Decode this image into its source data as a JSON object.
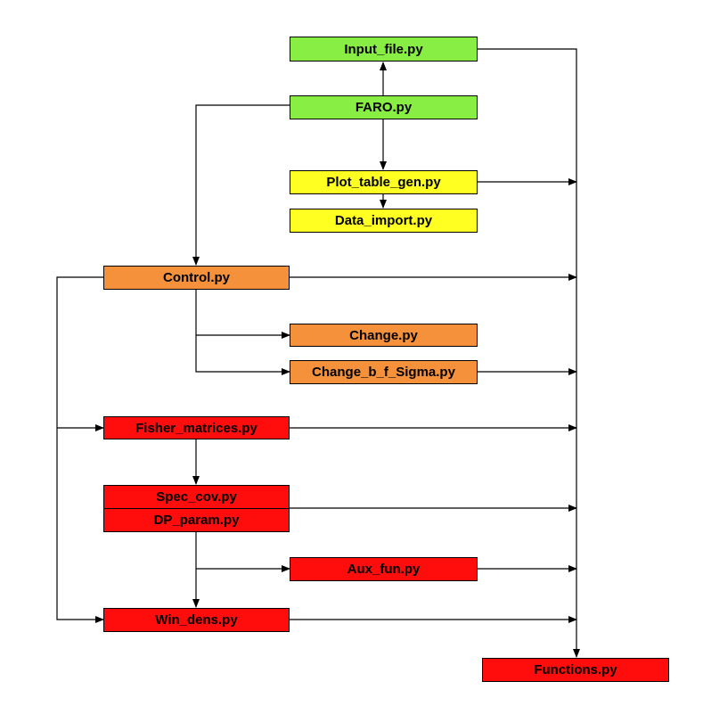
{
  "colors": {
    "green": "#88ee44",
    "yellow": "#ffff22",
    "orange": "#f5913a",
    "red": "#ff0d0d",
    "line": "#000000"
  },
  "nodes": {
    "input_file": {
      "label": "Input_file.py",
      "color": "green"
    },
    "faro": {
      "label": "FARO.py",
      "color": "green"
    },
    "plot_table_gen": {
      "label": "Plot_table_gen.py",
      "color": "yellow"
    },
    "data_import": {
      "label": "Data_import.py",
      "color": "yellow"
    },
    "control": {
      "label": "Control.py",
      "color": "orange"
    },
    "change": {
      "label": "Change.py",
      "color": "orange"
    },
    "change_b_f_sigma": {
      "label": "Change_b_f_Sigma.py",
      "color": "orange"
    },
    "fisher_matrices": {
      "label": "Fisher_matrices.py",
      "color": "red"
    },
    "spec_cov": {
      "label": "Spec_cov.py",
      "color": "red"
    },
    "dp_param": {
      "label": "DP_param.py",
      "color": "red"
    },
    "aux_fun": {
      "label": "Aux_fun.py",
      "color": "red"
    },
    "win_dens": {
      "label": "Win_dens.py",
      "color": "red"
    },
    "functions": {
      "label": "Functions.py",
      "color": "red"
    }
  },
  "edges": [
    {
      "from": "FARO.py",
      "to": "Input_file.py"
    },
    {
      "from": "FARO.py",
      "to": "Plot_table_gen.py"
    },
    {
      "from": "FARO.py",
      "to": "Control.py"
    },
    {
      "from": "Plot_table_gen.py",
      "to": "Data_import.py"
    },
    {
      "from": "Control.py",
      "to": "Change.py"
    },
    {
      "from": "Control.py",
      "to": "Change_b_f_Sigma.py"
    },
    {
      "from": "Control.py",
      "to": "Fisher_matrices.py"
    },
    {
      "from": "Control.py",
      "to": "Win_dens.py"
    },
    {
      "from": "Fisher_matrices.py",
      "to": "Spec_cov.py"
    },
    {
      "from": "DP_param.py",
      "to": "Aux_fun.py"
    },
    {
      "from": "DP_param.py",
      "to": "Win_dens.py"
    },
    {
      "from": "Input_file.py",
      "to": "Functions.py"
    },
    {
      "from": "Plot_table_gen.py",
      "to": "Functions.py"
    },
    {
      "from": "Control.py",
      "to": "Functions.py"
    },
    {
      "from": "Change_b_f_Sigma.py",
      "to": "Functions.py"
    },
    {
      "from": "Fisher_matrices.py",
      "to": "Functions.py"
    },
    {
      "from": "DP_param.py",
      "to": "Functions.py"
    },
    {
      "from": "Aux_fun.py",
      "to": "Functions.py"
    },
    {
      "from": "Win_dens.py",
      "to": "Functions.py"
    }
  ]
}
